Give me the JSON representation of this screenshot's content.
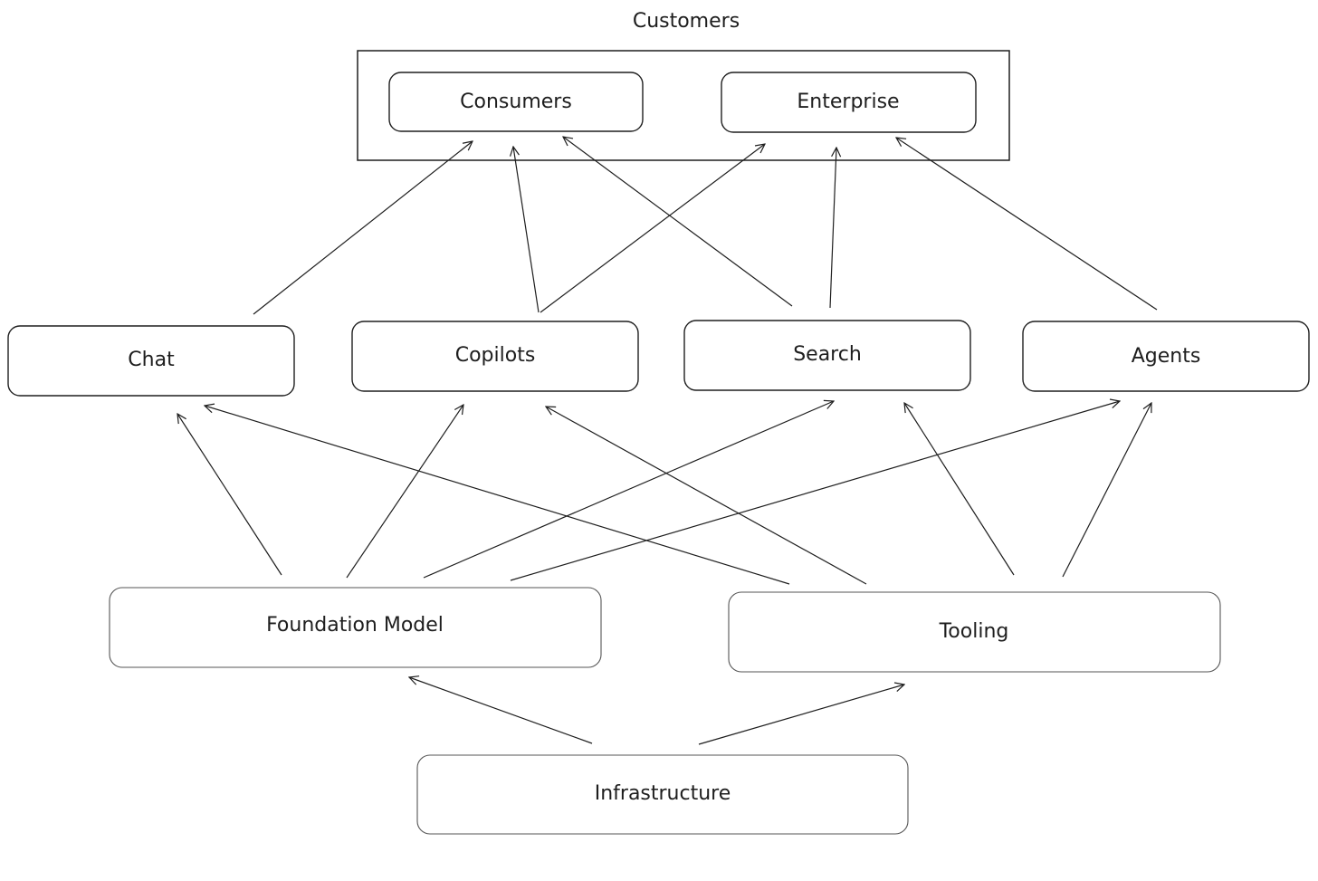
{
  "diagram": {
    "group_title": "Customers",
    "nodes": {
      "consumers": "Consumers",
      "enterprise": "Enterprise",
      "chat": "Chat",
      "copilots": "Copilots",
      "search": "Search",
      "agents": "Agents",
      "foundation_model": "Foundation Model",
      "tooling": "Tooling",
      "infrastructure": "Infrastructure"
    },
    "edges": [
      {
        "from": "chat",
        "to": "consumers"
      },
      {
        "from": "copilots",
        "to": "consumers"
      },
      {
        "from": "copilots",
        "to": "enterprise"
      },
      {
        "from": "search",
        "to": "consumers"
      },
      {
        "from": "search",
        "to": "enterprise"
      },
      {
        "from": "agents",
        "to": "enterprise"
      },
      {
        "from": "foundation_model",
        "to": "chat"
      },
      {
        "from": "foundation_model",
        "to": "copilots"
      },
      {
        "from": "foundation_model",
        "to": "search"
      },
      {
        "from": "foundation_model",
        "to": "agents"
      },
      {
        "from": "tooling",
        "to": "chat"
      },
      {
        "from": "tooling",
        "to": "copilots"
      },
      {
        "from": "tooling",
        "to": "search"
      },
      {
        "from": "tooling",
        "to": "agents"
      },
      {
        "from": "infrastructure",
        "to": "foundation_model"
      },
      {
        "from": "infrastructure",
        "to": "tooling"
      }
    ]
  }
}
